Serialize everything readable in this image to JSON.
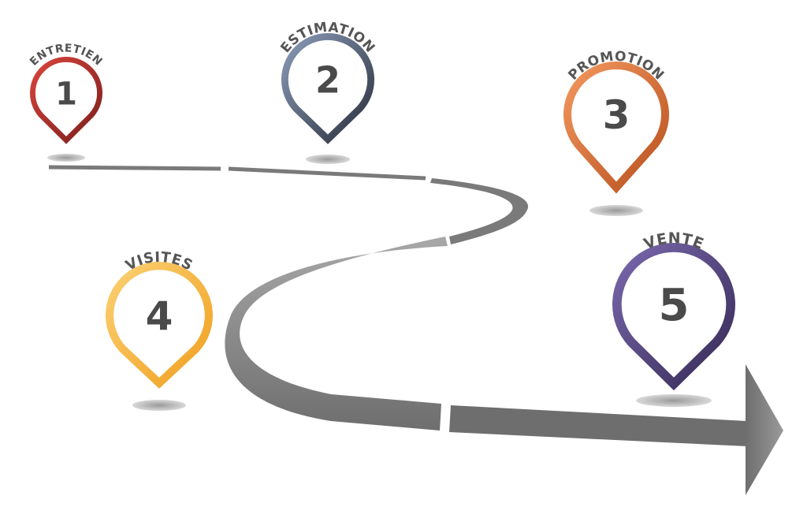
{
  "steps": [
    {
      "number": "1",
      "label": "ENTRETIEN",
      "color_light": "#d9443c",
      "color_dark": "#7a1f1c"
    },
    {
      "number": "2",
      "label": "ESTIMATION",
      "color_light": "#8a9cb8",
      "color_dark": "#2a2f3c"
    },
    {
      "number": "3",
      "label": "PROMOTION",
      "color_light": "#f2975e",
      "color_dark": "#b8501f"
    },
    {
      "number": "4",
      "label": "VISITES",
      "color_light": "#fbd073",
      "color_dark": "#f0a020"
    },
    {
      "number": "5",
      "label": "VENTE",
      "color_light": "#7a68ad",
      "color_dark": "#352a55"
    }
  ],
  "colors": {
    "road": "#7a7a7a",
    "road_light": "#a8a8a8",
    "shadow": "#bdbdbd",
    "text": "#4a4a4a"
  },
  "icons": {
    "arrow": "arrow-right-icon",
    "pin": "map-pin-icon"
  }
}
